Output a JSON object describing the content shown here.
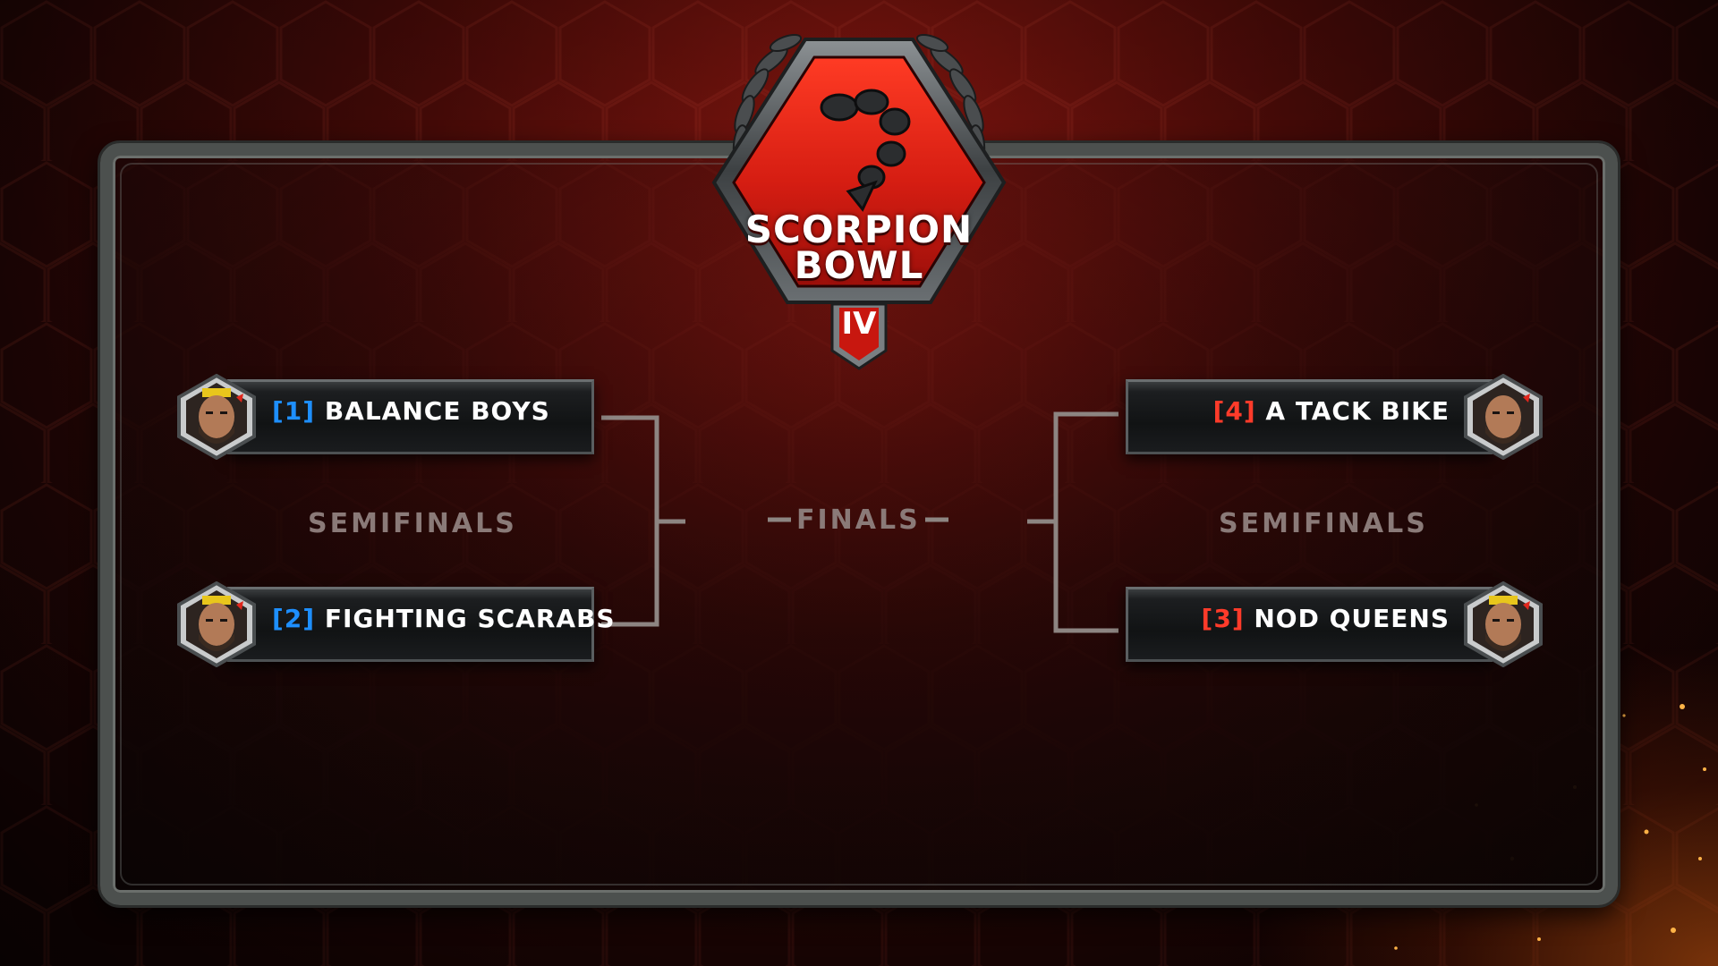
{
  "tournament": {
    "title_line1": "SCORPION",
    "title_line2": "BOWL",
    "edition": "IV"
  },
  "rounds": {
    "left_label": "SEMIFINALS",
    "center_label": "FINALS",
    "right_label": "SEMIFINALS"
  },
  "teams": {
    "left_top": {
      "seed": "[1]",
      "name": "BALANCE BOYS",
      "seed_color": "#1e8fff"
    },
    "left_bottom": {
      "seed": "[2]",
      "name": "FIGHTING SCARABS",
      "seed_color": "#1e8fff"
    },
    "right_top": {
      "seed": "[4]",
      "name": "A TACK BIKE",
      "seed_color": "#ff3b2a"
    },
    "right_bottom": {
      "seed": "[3]",
      "name": "NOD QUEENS",
      "seed_color": "#ff3b2a"
    }
  },
  "icons": {
    "avatar": "commando-portrait-icon",
    "logo": "scorpion-emblem-icon",
    "laurel": "laurel-wreath-icon"
  },
  "colors": {
    "accent_red": "#e0261c",
    "seed_blue": "#1e8fff",
    "seed_red": "#ff3b2a",
    "frame_gray": "#4c504e",
    "round_label": "#8a7a78"
  }
}
